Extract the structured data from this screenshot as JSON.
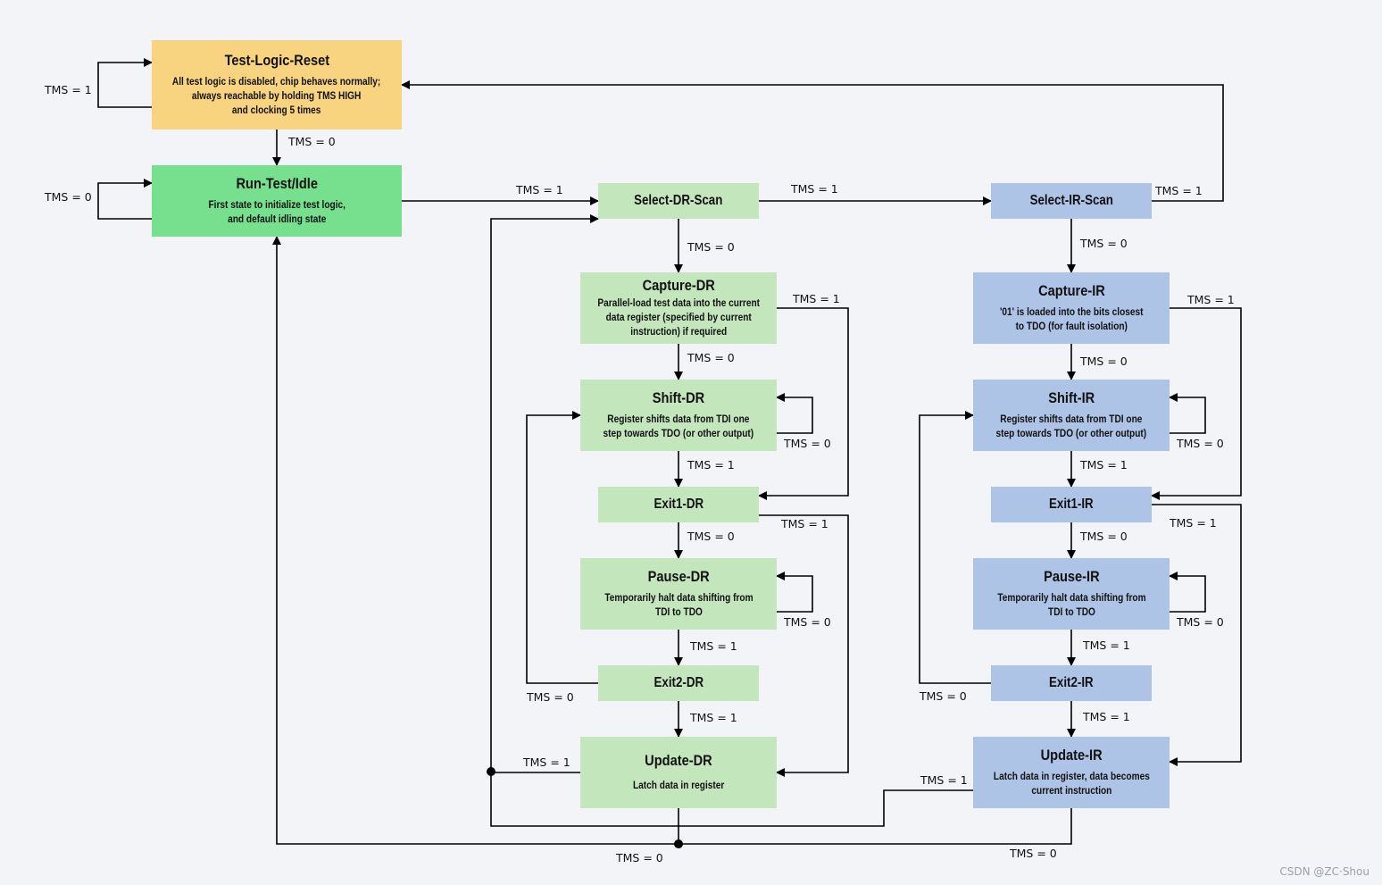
{
  "states": {
    "test_logic_reset": {
      "title": "Test-Logic-Reset",
      "desc_1": "All test logic is disabled, chip behaves normally;",
      "desc_2": "always reachable by holding TMS HIGH",
      "desc_3": "and clocking 5 times"
    },
    "run_test_idle": {
      "title": "Run-Test/Idle",
      "desc_1": "First state to initialize test logic,",
      "desc_2": "and default idling state"
    },
    "select_dr_scan": {
      "title": "Select-DR-Scan"
    },
    "capture_dr": {
      "title": "Capture-DR",
      "desc_1": "Parallel-load test data into the current",
      "desc_2": "data register (specified by current",
      "desc_3": "instruction) if required"
    },
    "shift_dr": {
      "title": "Shift-DR",
      "desc_1": "Register shifts data from TDI one",
      "desc_2": "step towards TDO (or other output)"
    },
    "exit1_dr": {
      "title": "Exit1-DR"
    },
    "pause_dr": {
      "title": "Pause-DR",
      "desc_1": "Temporarily halt data shifting from",
      "desc_2": "TDI to TDO"
    },
    "exit2_dr": {
      "title": "Exit2-DR"
    },
    "update_dr": {
      "title": "Update-DR",
      "desc_1": "Latch data in register"
    },
    "select_ir_scan": {
      "title": "Select-IR-Scan"
    },
    "capture_ir": {
      "title": "Capture-IR",
      "desc_1": "'01' is loaded into the bits closest",
      "desc_2": "to TDO (for fault isolation)"
    },
    "shift_ir": {
      "title": "Shift-IR",
      "desc_1": "Register shifts data from TDI one",
      "desc_2": "step towards TDO (or other output)"
    },
    "exit1_ir": {
      "title": "Exit1-IR"
    },
    "pause_ir": {
      "title": "Pause-IR",
      "desc_1": "Temporarily halt data shifting from",
      "desc_2": "TDI to TDO"
    },
    "exit2_ir": {
      "title": "Exit2-IR"
    },
    "update_ir": {
      "title": "Update-IR",
      "desc_1": "Latch data in register, data becomes",
      "desc_2": "current instruction"
    }
  },
  "transition_labels": {
    "reset_self": "TMS = 1",
    "reset_to_idle": "TMS = 0",
    "idle_self": "TMS = 0",
    "idle_to_selectdr": "TMS = 1",
    "selectdr_to_selectir": "TMS = 1",
    "selectir_to_reset": "TMS = 1",
    "selectdr_to_capturedr": "TMS = 0",
    "selectir_to_captureir": "TMS = 0",
    "capturedr_to_exit1dr": "TMS = 1",
    "capturedr_to_shiftdr": "TMS = 0",
    "shiftdr_self": "TMS = 0",
    "shiftdr_to_exit1dr": "TMS = 1",
    "exit1dr_to_updatedr": "TMS = 1",
    "exit1dr_to_pausedr": "TMS = 0",
    "pausedr_self": "TMS = 0",
    "pausedr_to_exit2dr": "TMS = 1",
    "exit2dr_to_shiftdr": "TMS = 0",
    "exit2dr_to_updatedr": "TMS = 1",
    "updatedr_to_selectdr": "TMS = 1",
    "updatedr_to_idle": "TMS = 0",
    "captureir_to_exit1ir": "TMS = 1",
    "captureir_to_shiftir": "TMS = 0",
    "shiftir_self": "TMS = 0",
    "shiftir_to_exit1ir": "TMS = 1",
    "exit1ir_to_updateir": "TMS = 1",
    "exit1ir_to_pauseir": "TMS = 0",
    "pauseir_self": "TMS = 0",
    "pauseir_to_exit2ir": "TMS = 1",
    "exit2ir_to_shiftir": "TMS = 0",
    "exit2ir_to_updateir": "TMS = 1",
    "updateir_to_selectdr": "TMS = 1",
    "updateir_to_idle": "TMS = 0"
  },
  "watermark": "CSDN @ZC·Shou",
  "colors": {
    "reset": "#f8d480",
    "idle": "#77e08f",
    "dr": "#c3e6bc",
    "ir": "#adc4e6",
    "line": "#000000"
  }
}
